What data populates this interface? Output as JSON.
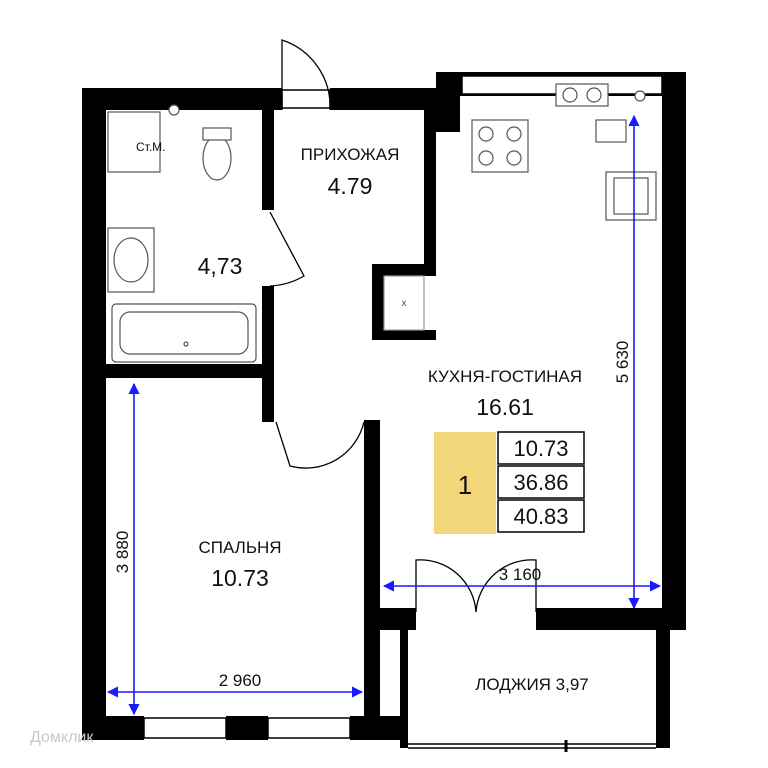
{
  "rooms": {
    "hallway": {
      "name": "ПРИХОЖАЯ",
      "area": "4.79"
    },
    "bathroom": {
      "area": "4,73",
      "washer_label": "Ст.М."
    },
    "kitchen_living": {
      "name": "КУХНЯ-ГОСТИНАЯ",
      "area": "16.61"
    },
    "bedroom": {
      "name": "СПАЛЬНЯ",
      "area": "10.73"
    },
    "loggia": {
      "label": "ЛОДЖИЯ 3,97"
    }
  },
  "summary": {
    "rooms_count": "1",
    "living_area": "10.73",
    "total_area": "36.86",
    "total_with_loggia": "40.83",
    "highlight_color": "#f2d77a"
  },
  "dimensions": {
    "kitchen_height": "5 630",
    "kitchen_width": "3 160",
    "bedroom_height": "3 880",
    "bedroom_width": "2 960"
  },
  "colors": {
    "wall": "#000000",
    "dimension_line": "#1a1aff"
  },
  "watermark": "Домклик"
}
